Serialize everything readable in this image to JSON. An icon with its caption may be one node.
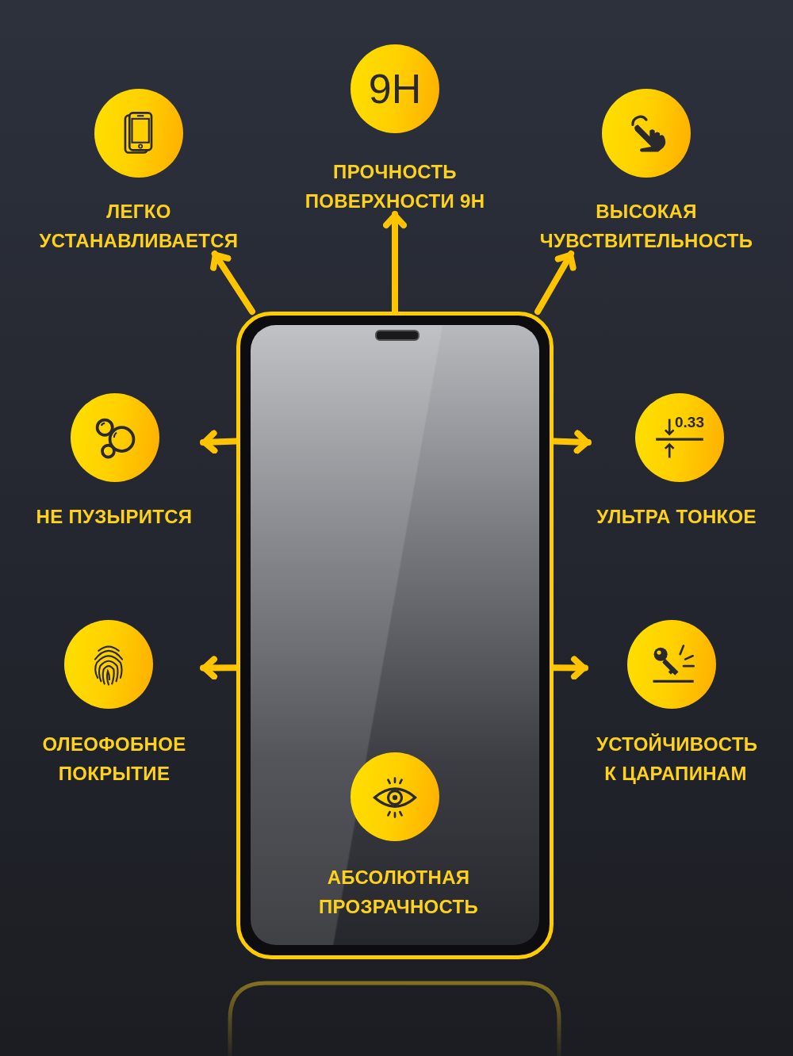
{
  "diagram": {
    "nodes": [
      {
        "text": [],
        "shape": "picture"
      },
      {
        "text": [
          "ЛЕГКО УСТАНАВЛИВАЕТСЯ"
        ]
      },
      {
        "text": [
          "9H",
          "ПРОЧНОСТЬ ПОВЕРХНОСТИ 9H"
        ]
      },
      {
        "text": [
          "ВЫСОКАЯ ЧУВСТВИТЕЛЬНОСТЬ"
        ]
      },
      {
        "text": [
          "НЕ ПУЗЫРИТСЯ"
        ]
      },
      {
        "text": [
          "0.33",
          "УЛЬТРА ТОНКОЕ"
        ]
      },
      {
        "text": [
          "ОЛЕОФОБНОЕ ПОКРЫТИЕ"
        ]
      },
      {
        "text": [
          "УСТОЙЧИВОСТЬ К ЦАРАПИНАМ"
        ]
      },
      {
        "text": [
          "АБСОЛЮТНАЯ ПРОЗРАЧНОСТЬ"
        ],
        "in": 0
      }
    ],
    "edges": [
      {
        "from": 0,
        "to": 1,
        "arrow": "to"
      },
      {
        "from": 0,
        "to": 2,
        "arrow": "to"
      },
      {
        "from": 0,
        "to": 3,
        "arrow": "to"
      },
      {
        "from": 0,
        "to": 4,
        "arrow": "to"
      },
      {
        "from": 0,
        "to": 5,
        "arrow": "to"
      },
      {
        "from": 0,
        "to": 6,
        "arrow": "to"
      },
      {
        "from": 0,
        "to": 7,
        "arrow": "to"
      }
    ]
  }
}
